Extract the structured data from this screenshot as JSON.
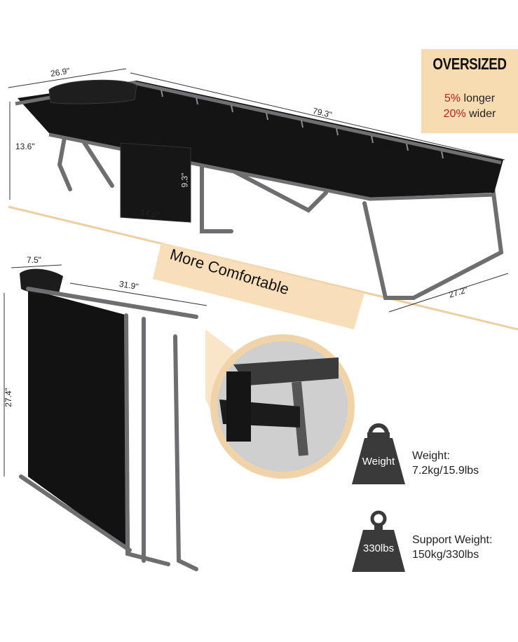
{
  "badge": {
    "title": "OVERSIZED",
    "longer_pct": "5%",
    "longer_word": "longer",
    "wider_pct": "20%",
    "wider_word": "wider"
  },
  "dimensions": {
    "open_width": "26.9\"",
    "open_length": "79.3\"",
    "open_height": "13.6\"",
    "pocket_height": "9.3\"",
    "pocket_width": "14.5\"",
    "leg_span": "27.2\"",
    "folded_depth": "7.5\"",
    "folded_width": "31.9\"",
    "folded_height": "27.4\""
  },
  "banner": {
    "text": "More Comfortable"
  },
  "specs": {
    "weight_icon_label": "Weight",
    "weight_label": "Weight:",
    "weight_value": "7.2kg/15.9lbs",
    "support_icon_label": "330lbs",
    "support_label": "Support Weight:",
    "support_value": "150kg/330lbs"
  },
  "colors": {
    "badge_bg": "#f7dcb2",
    "highlight_red": "#c0201b",
    "fabric": "#111111",
    "frame": "#6e6e70"
  }
}
